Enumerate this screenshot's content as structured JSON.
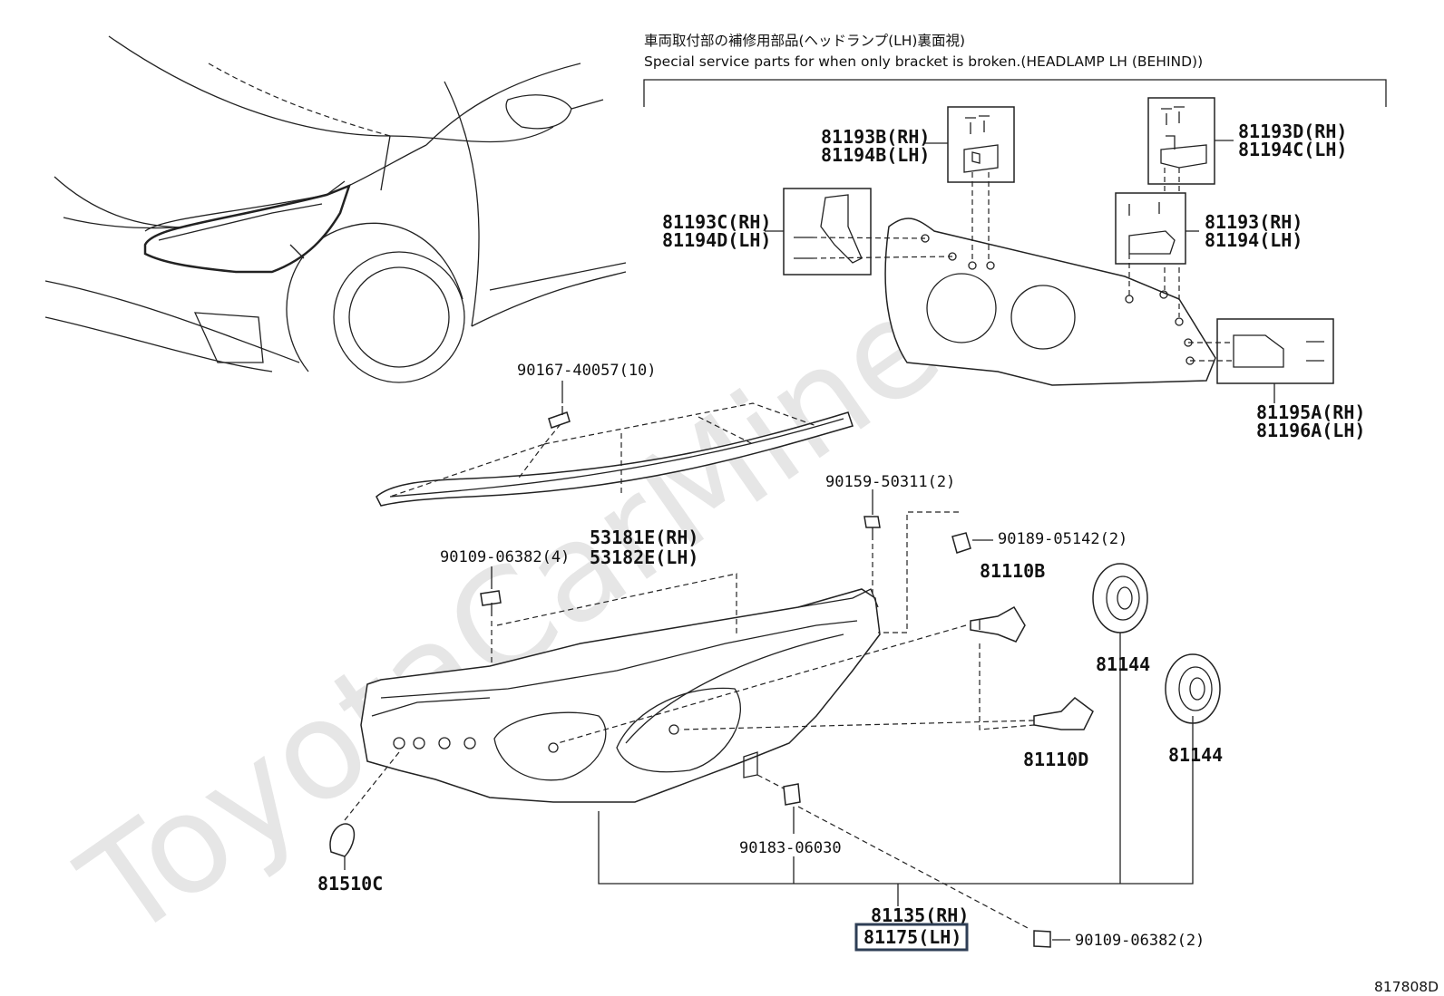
{
  "diagram": {
    "watermark": "ToyotaCarMiner",
    "figure_code": "817808D",
    "bracket_note": {
      "jp": "車両取付部の補修用部品(ヘッドランプ(LH)裏面視)",
      "en": "Special service parts for when only bracket is broken.(HEADLAMP LH (BEHIND))"
    },
    "parts": {
      "p81193B": "81193B(RH)",
      "p81194B": "81194B(LH)",
      "p81193D": "81193D(RH)",
      "p81194C": "81194C(LH)",
      "p81193C": "81193C(RH)",
      "p81194D": "81194D(LH)",
      "p81193": "81193(RH)",
      "p81194": "81194(LH)",
      "p81195A": "81195A(RH)",
      "p81196A": "81196A(LH)",
      "p90167": "90167-40057(10)",
      "p90159": "90159-50311(2)",
      "p90189": "90189-05142(2)",
      "p53181E": "53181E(RH)",
      "p53182E": "53182E(LH)",
      "p90109a": "90109-06382(4)",
      "p81110B": "81110B",
      "p81110D": "81110D",
      "p81144a": "81144",
      "p81144b": "81144",
      "p81510C": "81510C",
      "p90183": "90183-06030",
      "p81135": "81135(RH)",
      "p81175": "81175(LH)",
      "p90109b": "90109-06382(2)"
    }
  }
}
